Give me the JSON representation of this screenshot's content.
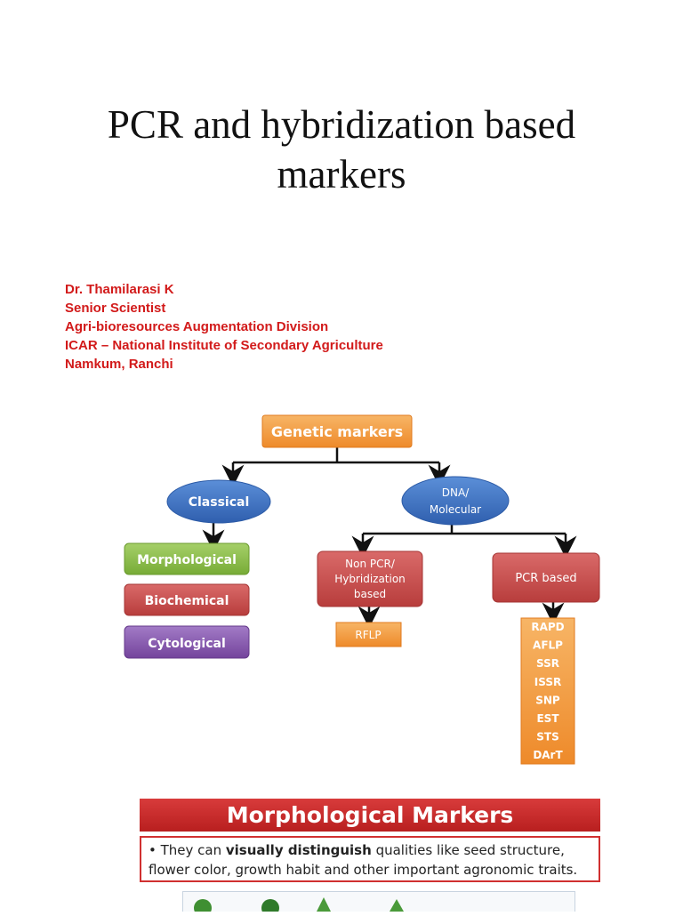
{
  "title_lines": [
    "PCR and hybridization based",
    "markers"
  ],
  "author": {
    "name": "Dr. Thamilarasi K",
    "role": "Senior Scientist",
    "division": "Agri-bioresources Augmentation Division",
    "institute": "ICAR – National Institute of Secondary Agriculture",
    "location": "Namkum, Ranchi"
  },
  "diagram": {
    "root": "Genetic markers",
    "classical": "Classical",
    "molecular_lines": [
      "DNA/",
      "Molecular"
    ],
    "morphological": "Morphological",
    "biochemical": "Biochemical",
    "cytological": "Cytological",
    "non_pcr_lines": [
      "Non PCR/",
      "Hybridization",
      "based"
    ],
    "pcr_based": "PCR based",
    "rflp": "RFLP",
    "pcr_markers": [
      "RAPD",
      "AFLP",
      "SSR",
      "ISSR",
      "SNP",
      "EST",
      "STS",
      "DArT"
    ],
    "colors": {
      "orange": "#f29a3e",
      "blue": "#3d72c4",
      "green": "#8dc04c",
      "red": "#c9504f",
      "purple": "#8a5ab0"
    }
  },
  "slide2": {
    "banner": "Morphological Markers",
    "bullet_pre": "They can ",
    "bullet_bold": "visually distinguish",
    "bullet_post": " qualities like seed structure, flower color, growth habit and other important agronomic traits."
  }
}
